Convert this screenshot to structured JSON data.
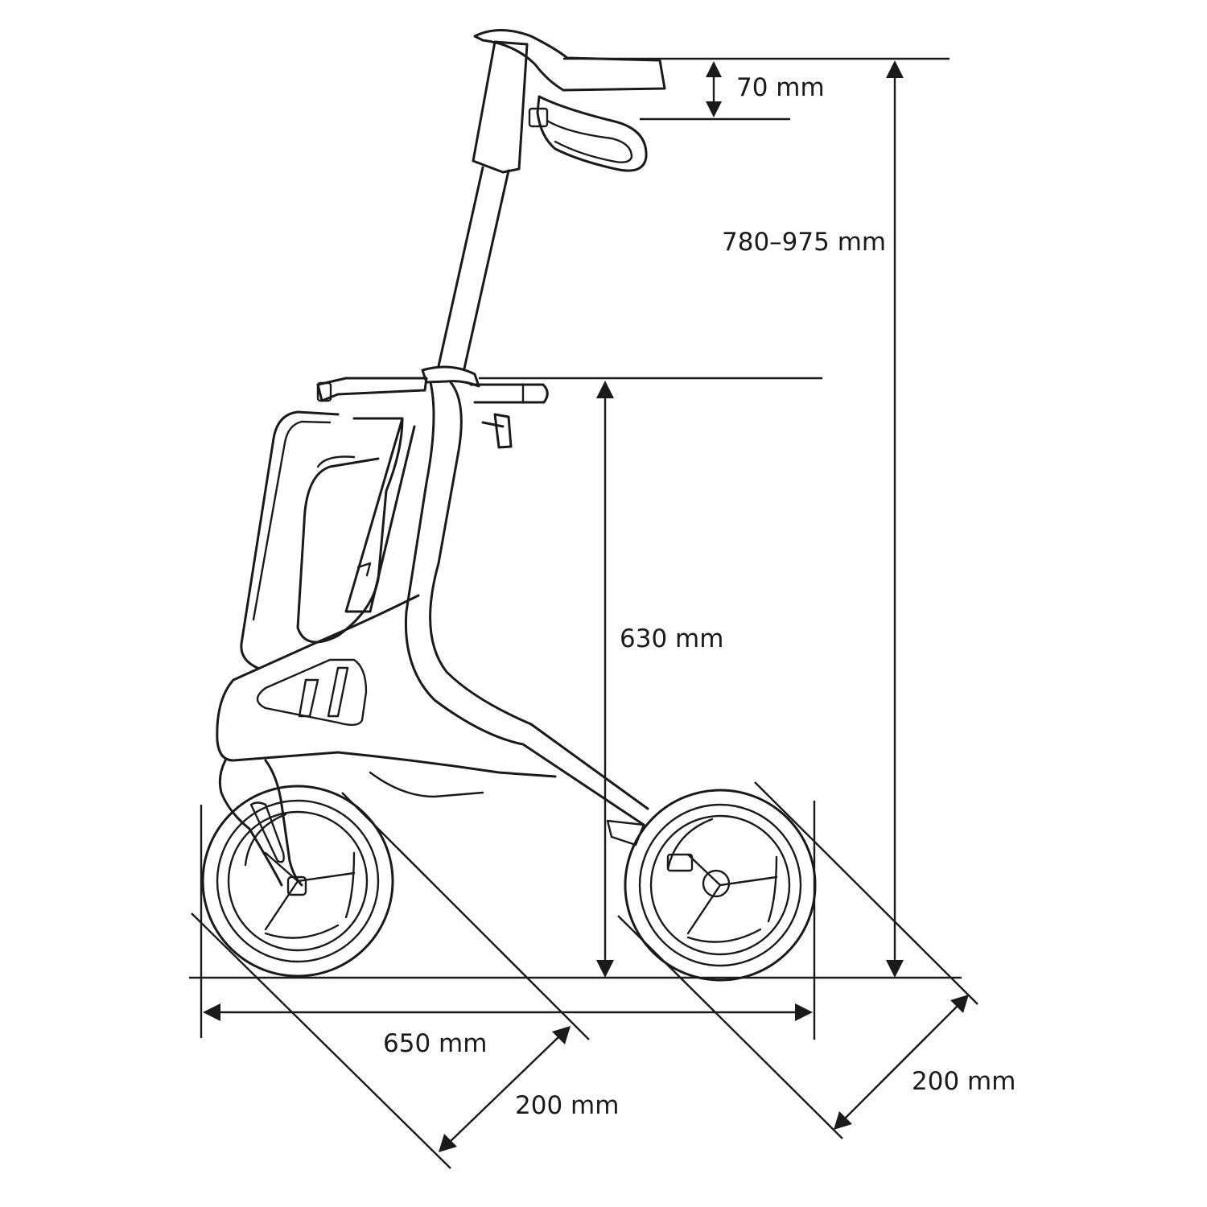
{
  "diagram": {
    "subject": "rollator-walker-side-view",
    "line_color": "#1a1a1a",
    "background": "#ffffff"
  },
  "dimensions": {
    "handle_drop": "70 mm",
    "handle_height": "780–975 mm",
    "seat_height": "630 mm",
    "length": "650 mm",
    "front_wheel_diameter": "200 mm",
    "rear_wheel_diameter": "200 mm"
  }
}
